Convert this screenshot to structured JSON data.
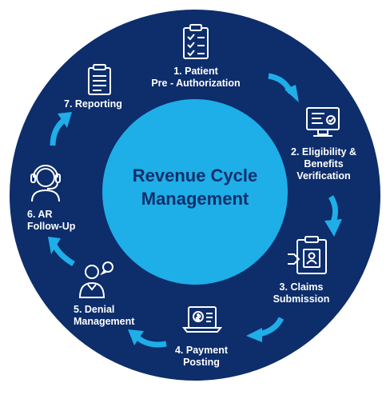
{
  "center": {
    "line1": "Revenue Cycle",
    "line2": "Management"
  },
  "steps": [
    {
      "id": "patient-pre-authorization",
      "line1": "1. Patient",
      "line2": "Pre - Authorization",
      "icon": "clipboard-checklist-icon"
    },
    {
      "id": "eligibility-benefits-verification",
      "line1": "2. Eligibility &",
      "line2": "Benefits",
      "line3": "Verification",
      "icon": "monitor-check-icon"
    },
    {
      "id": "claims-submission",
      "line1": "3. Claims",
      "line2": "Submission",
      "icon": "id-card-clipboard-icon"
    },
    {
      "id": "payment-posting",
      "line1": "4. Payment",
      "line2": "Posting",
      "icon": "payment-laptop-icon"
    },
    {
      "id": "denial-management",
      "line1": "5. Denial",
      "line2": "Management",
      "icon": "support-person-icon"
    },
    {
      "id": "ar-follow-up",
      "line1": "6. AR",
      "line2": "Follow-Up",
      "icon": "headset-agent-icon"
    },
    {
      "id": "reporting",
      "line1": "7. Reporting",
      "icon": "report-document-icon"
    }
  ],
  "colors": {
    "outer_ring": "#0d2d6b",
    "inner_circle": "#1eaee8",
    "arrow": "#1eaee8",
    "text": "#ffffff",
    "center_text": "#10306b"
  }
}
